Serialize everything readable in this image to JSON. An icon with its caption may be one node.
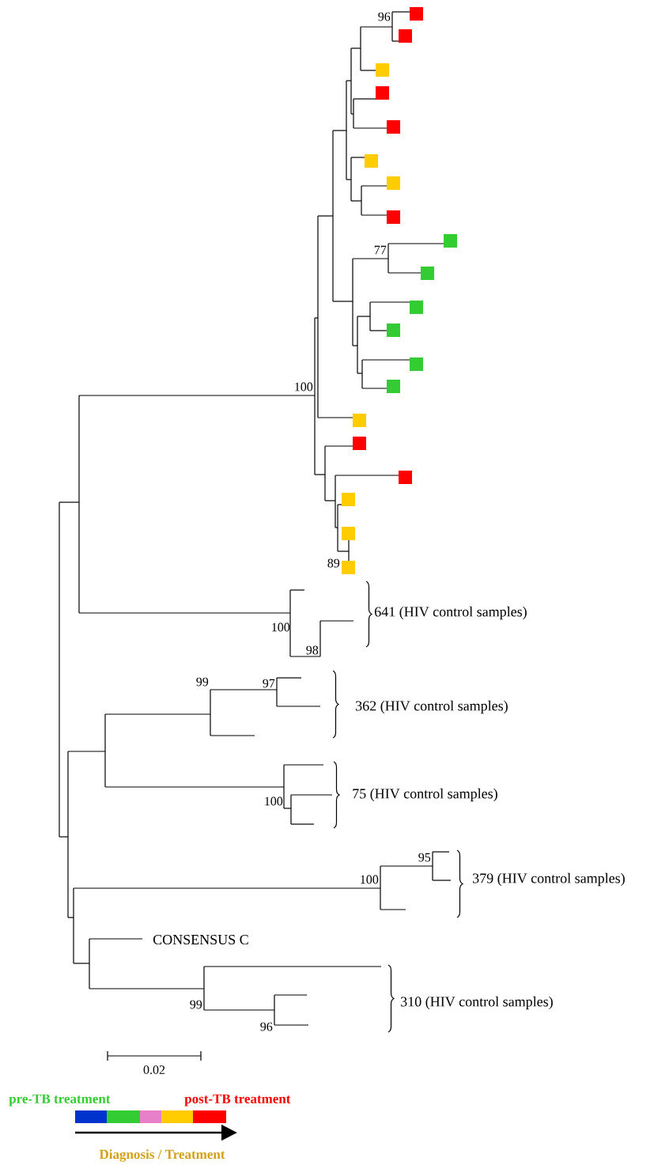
{
  "diagram": {
    "labels": [
      "96",
      "77",
      "100",
      "89",
      "641 (HIV control samples)",
      "100",
      "98",
      "97",
      "99",
      "362 (HIV control samples)",
      "75 (HIV control samples)",
      "100",
      "95",
      "100",
      "379 (HIV control samples)",
      "CONSENSUS C",
      "310 (HIV control samples)",
      "99",
      "96",
      "0.02",
      "pre-TB treatment",
      "post-TB treatment",
      "Diagnosis / Treatment"
    ]
  }
}
